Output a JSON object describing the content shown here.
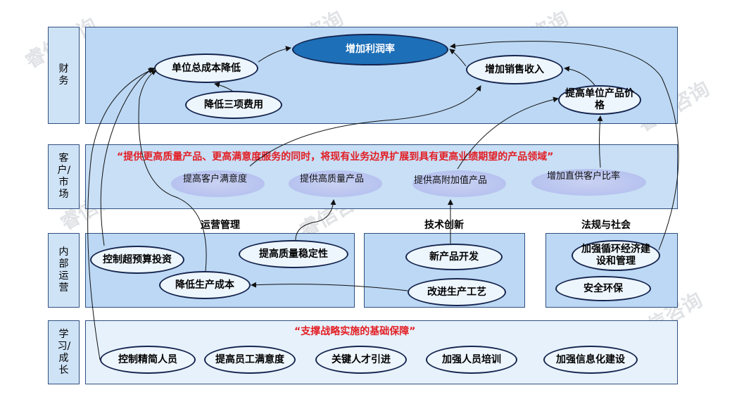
{
  "watermark": "睿信咨询",
  "lanes": {
    "finance": "财务",
    "customer": "客户/市场",
    "internal": "内部运营",
    "learning": "学习/成长"
  },
  "finance": {
    "profit": "增加利润率",
    "unit_cost": "单位总成本降低",
    "three_fees": "降低三项费用",
    "sales": "增加销售收入",
    "unit_price": "提高单位产品价格"
  },
  "customer": {
    "strategy": "“提供更高质量产品、更高满意度服务的同时，将现有业务边界扩展到具有更高业绩期望的产品领域”",
    "satisfaction": "提高客户满意度",
    "quality": "提供高质量产品",
    "value_added": "提供高附加值产品",
    "direct": "增加直供客户比率"
  },
  "internal": {
    "ops_title": "运营管理",
    "tech_title": "技术创新",
    "law_title": "法规与社会",
    "budget": "控制超预算投资",
    "stability": "提高质量稳定性",
    "prod_cost": "降低生产成本",
    "new_product": "新产品开发",
    "process": "改进生产工艺",
    "circular": "加强循环经济建设和管理",
    "safety": "安全环保"
  },
  "learning": {
    "basis": "“支撑战略实施的基础保障”",
    "lean_staff": "控制精简人员",
    "staff_satisfaction": "提高员工满意度",
    "talent": "关键人才引进",
    "training": "加强人员培训",
    "it": "加强信息化建设"
  }
}
